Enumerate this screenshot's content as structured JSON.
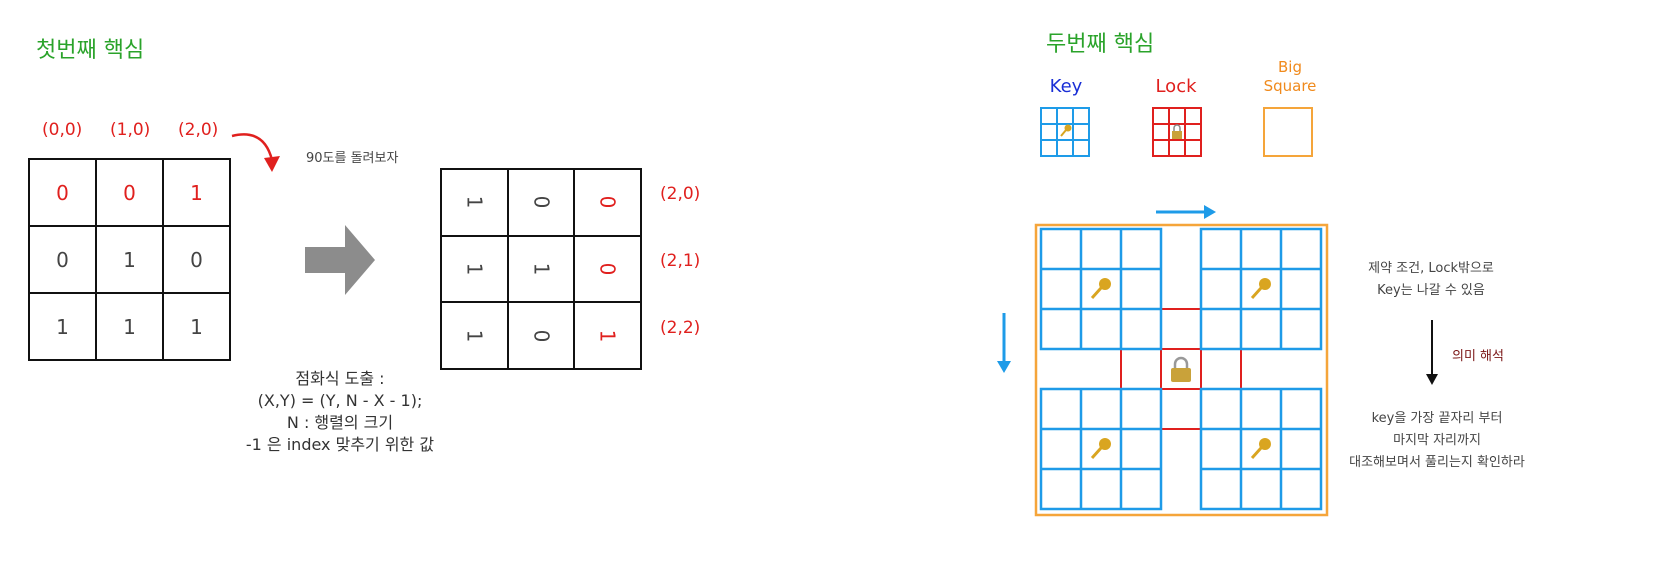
{
  "section1": {
    "title": "첫번째 핵심",
    "coords_top": [
      "(0,0)",
      "(1,0)",
      "(2,0)"
    ],
    "rotate_note": "90도를 돌려보자",
    "original_matrix": [
      [
        "0",
        "0",
        "1"
      ],
      [
        "0",
        "1",
        "0"
      ],
      [
        "1",
        "1",
        "1"
      ]
    ],
    "rotated_matrix": [
      [
        "1",
        "0",
        "0"
      ],
      [
        "1",
        "1",
        "0"
      ],
      [
        "1",
        "0",
        "1"
      ]
    ],
    "coords_right": [
      "(2,0)",
      "(2,1)",
      "(2,2)"
    ],
    "formula_lines": [
      "점화식 도출 :",
      "(X,Y) = (Y, N - X - 1);",
      "N : 행렬의 크기",
      "-1 은 index 맞추기 위한 값"
    ]
  },
  "section2": {
    "title": "두번째 핵심",
    "legend": {
      "key": "Key",
      "lock": "Lock",
      "big_line1": "Big",
      "big_line2": "Square"
    },
    "constraint_lines": [
      "제약 조건, Lock밖으로",
      "Key는 나갈 수 있음"
    ],
    "meaning": "의미 해석",
    "conclusion_lines": [
      "key을 가장 끝자리 부터",
      "마지막 자리까지",
      "대조해보며서 풀리는지 확인하라"
    ]
  },
  "colors": {
    "green": "#2aa32a",
    "red": "#e0201e",
    "blue": "#1e9be8",
    "orange": "#f5a53a",
    "arrow_gray": "#8c8c8c"
  }
}
